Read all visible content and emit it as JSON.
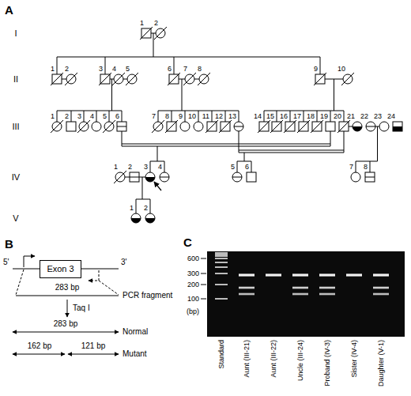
{
  "diagram": {
    "nodes": [
      {
        "text": [
          "Exon 3"
        ]
      }
    ],
    "labels": [
      "A",
      "I",
      "II",
      "III",
      "IV",
      "V",
      "1",
      "2",
      "1",
      "2",
      "3",
      "4",
      "5",
      "6",
      "7",
      "8",
      "9",
      "10",
      "1",
      "2",
      "3",
      "4",
      "5",
      "6",
      "7",
      "8",
      "9",
      "10",
      "11",
      "12",
      "13",
      "14",
      "15",
      "16",
      "17",
      "18",
      "19",
      "20",
      "21",
      "22",
      "23",
      "24",
      "1",
      "2",
      "3",
      "4",
      "5",
      "6",
      "7",
      "8",
      "1",
      "2",
      "B",
      "5'",
      "3'",
      "283 bp",
      "PCR fragment",
      "Taq I",
      "283 bp",
      "Normal",
      "162 bp",
      "121 bp",
      "Mutant",
      "C",
      "600",
      "300",
      "200",
      "100",
      "(bp)",
      "Standard",
      "Aunt (III-21)",
      "Aunt (III-22)",
      "Uncle (III-24)",
      "Proband (IV-3)",
      "Sister (IV-4)",
      "Daughter (V-1)"
    ]
  }
}
